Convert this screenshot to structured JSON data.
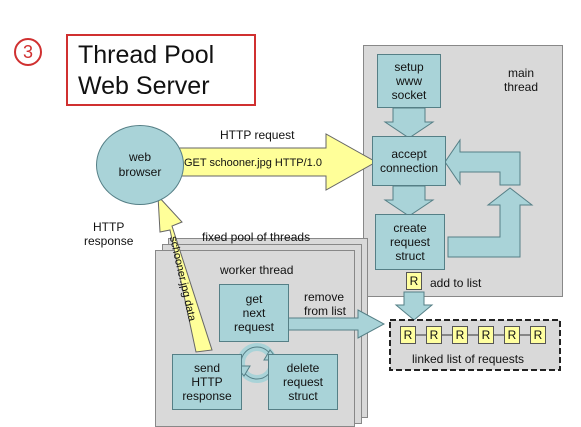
{
  "step_marker": "3",
  "title": "Thread Pool\nWeb Server",
  "main_thread": {
    "label": "main\nthread",
    "setup": "setup\nwww\nsocket",
    "accept": "accept\nconnection",
    "create": "create\nrequest\nstruct",
    "add_to_list": "add to list",
    "r": "R"
  },
  "browser": "web\nbrowser",
  "http_request": "HTTP request",
  "get_request": "GET schooner.jpg HTTP/1.0",
  "http_response": "HTTP\nresponse",
  "response_data": "schooner.jpg data",
  "pool_label": "fixed pool of threads",
  "worker": {
    "label": "worker thread",
    "get_next": "get\nnext\nrequest",
    "remove_from_list": "remove\nfrom list",
    "send": "send\nHTTP\nresponse",
    "delete": "delete\nrequest\nstruct"
  },
  "queue": {
    "items": [
      "R",
      "R",
      "R",
      "R",
      "R",
      "R"
    ],
    "label": "linked list of requests"
  },
  "colors": {
    "box_fill": "#a9d3d8",
    "panel_fill": "#d9d9d9",
    "yellow": "#ffff99",
    "title_border": "#d03030"
  }
}
